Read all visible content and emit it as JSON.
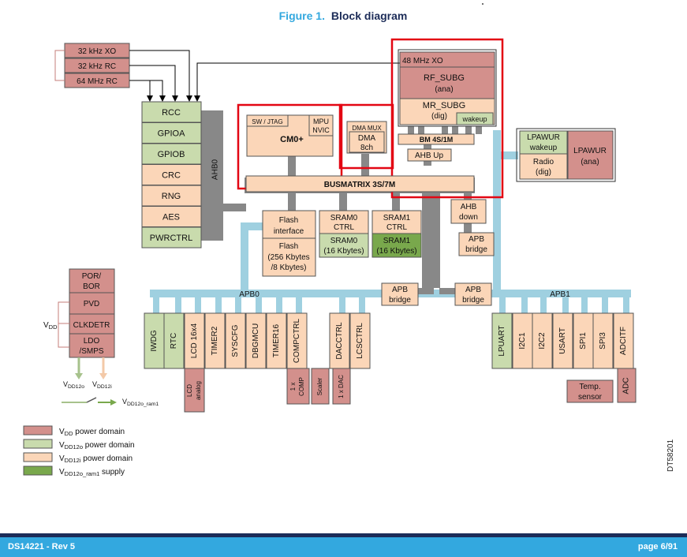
{
  "figure": {
    "number": "Figure 1.",
    "title": "Block diagram"
  },
  "colors": {
    "vdd": "#d3908c",
    "vdd12o": "#c9dbad",
    "vdd12i": "#fbd6b8",
    "vdd12o_ram1": "#79a84c",
    "bus_gray": "#888888",
    "bus_blue": "#9fd0e0",
    "highlight_red": "#e30613",
    "title_blue": "#33a8df"
  },
  "clocks": [
    "32 kHz XO",
    "32 kHz RC",
    "64 MHz RC"
  ],
  "ahb_blocks": [
    "RCC",
    "GPIOA",
    "GPIOB",
    "CRC",
    "RNG",
    "AES",
    "PWRCTRL"
  ],
  "ahb0_label": "AHB0",
  "cpu": {
    "swjtag": "SW / JTAG",
    "mpu": "MPU",
    "nvic": "NVIC",
    "name": "CM0+"
  },
  "dma": {
    "mux": "DMA MUX",
    "name": "DMA",
    "channels": "8ch"
  },
  "radio": {
    "xo": "48 MHz XO",
    "rf": "RF_SUBG",
    "rf_sub": "(ana)",
    "mr": "MR_SUBG",
    "mr_sub": "(dig)",
    "wakeup": "wakeup",
    "bm": "BM 4S/1M",
    "ahbup": "AHB Up"
  },
  "lpawur": {
    "wakeup_1": "LPAWUR",
    "wakeup_2": "wakeup",
    "radio_1": "Radio",
    "radio_2": "(dig)",
    "ana_1": "LPAWUR",
    "ana_2": "(ana)"
  },
  "busmatrix": "BUSMATRIX 3S/7M",
  "memory": {
    "flash_if_1": "Flash",
    "flash_if_2": "interface",
    "flash_1": "Flash",
    "flash_2": "(256 Kbytes",
    "flash_3": "/8 Kbytes)",
    "sram0_ctrl_1": "SRAM0",
    "sram0_ctrl_2": "CTRL",
    "sram0_1": "SRAM0",
    "sram0_2": "(16 Kbytes)",
    "sram1_ctrl_1": "SRAM1",
    "sram1_ctrl_2": "CTRL",
    "sram1_1": "SRAM1",
    "sram1_2": "(16 Kbytes)"
  },
  "ahb_down": {
    "l1": "AHB",
    "l2": "down"
  },
  "apb_bridge": {
    "l1": "APB",
    "l2": "bridge"
  },
  "apb0_label": "APB0",
  "apb1_label": "APB1",
  "apb0_periphs": [
    "IWDG",
    "RTC",
    "LCD 16x4",
    "TIMER2",
    "SYSCFG",
    "DBGMCU",
    "TIMER16",
    "COMPCTRL",
    "DACCTRL",
    "LCSCTRL"
  ],
  "apb1_periphs": [
    "LPUART",
    "I2C1",
    "I2C2",
    "USART",
    "SPI1",
    "SPI3",
    "ADCITF"
  ],
  "analog": {
    "lcd_1": "LCD",
    "lcd_2": "analog",
    "comp_1": "1 x",
    "comp_2": "COMP",
    "scaler": "Scaler",
    "dac": "1 x DAC",
    "adc": "ADC",
    "temp_1": "Temp.",
    "temp_2": "sensor"
  },
  "power": {
    "blocks": [
      {
        "l1": "POR/",
        "l2": "BOR"
      },
      {
        "l1": "PVD",
        "l2": ""
      },
      {
        "l1": "CLKDETR",
        "l2": ""
      },
      {
        "l1": "LDO",
        "l2": "/SMPS"
      }
    ],
    "vdd_main": "V",
    "vdd_sub": "DD",
    "vdd12o_main": "V",
    "vdd12o_sub": "DD12o",
    "vdd12i_main": "V",
    "vdd12i_sub": "DD12i",
    "vdd12o_ram1_main": "V",
    "vdd12o_ram1_sub": "DD12o_ram1"
  },
  "legend": [
    {
      "main": "V",
      "sub": "DD",
      "text": " power domain",
      "color": "#d3908c"
    },
    {
      "main": "V",
      "sub": "DD12o",
      "text": " power domain",
      "color": "#c9dbad"
    },
    {
      "main": "V",
      "sub": "DD12i",
      "text": " power domain",
      "color": "#fbd6b8"
    },
    {
      "main": "V",
      "sub": "DD12o_ram1",
      "text": " supply",
      "color": "#79a84c"
    }
  ],
  "doc_id": "DT58201",
  "footer": {
    "left": "DS14221 - Rev 5",
    "right": "page 6/91"
  }
}
